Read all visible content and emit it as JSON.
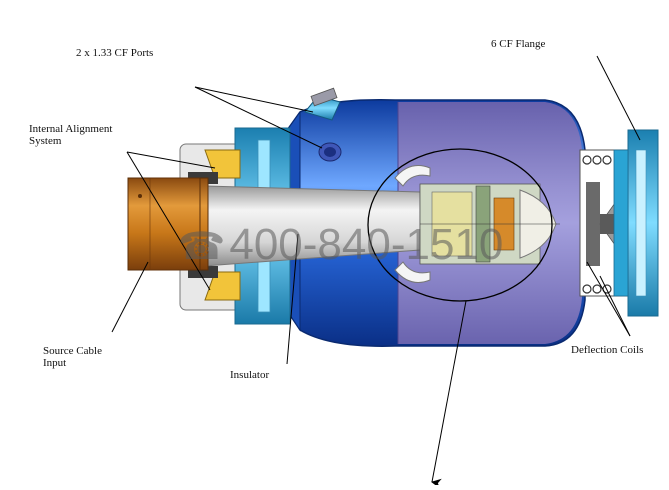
{
  "labels": {
    "ports": "2 x 1.33 CF Ports",
    "flange": "6 CF Flange",
    "alignment_line1": "Internal Alignment",
    "alignment_line2": "System",
    "source_line1": "Source Cable",
    "source_line2": "Input",
    "insulator": "Insulator",
    "coils": "Deflection Coils"
  },
  "watermark": {
    "icon": "telephone-icon",
    "phone_number": "400-840-1510",
    "color": "#5a5a5a"
  },
  "colors": {
    "chamber_blue": "#1d5fd0",
    "chamber_highlight": "#8fc0ff",
    "copper": "#c97a1e",
    "flange_cyan": "#3cb8e0",
    "insulator_grey": "#d8d8d8",
    "cutaway_purple": "#8f86c9"
  }
}
